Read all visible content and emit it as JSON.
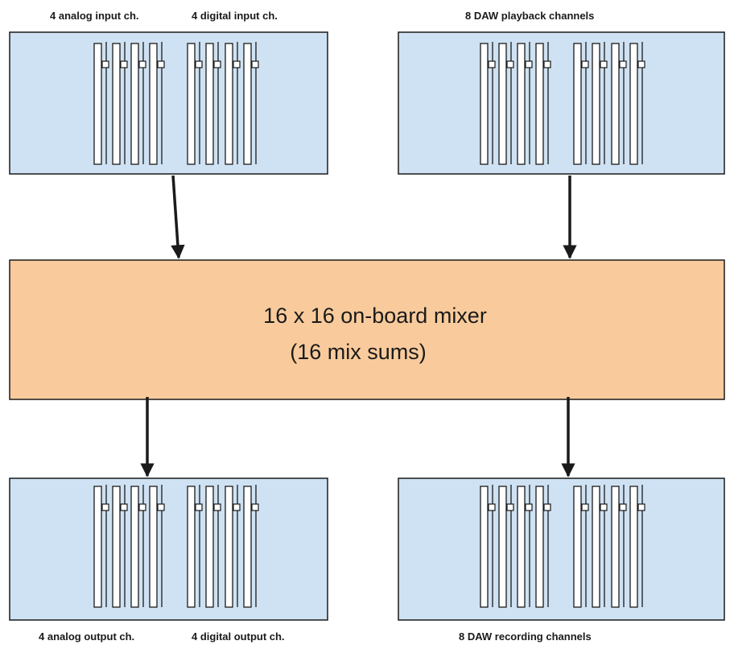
{
  "labels": {
    "analog_input": "4 analog input ch.",
    "digital_input": "4 digital input ch.",
    "daw_playback": "8 DAW playback channels",
    "analog_output": "4 analog output ch.",
    "digital_output": "4 digital output ch.",
    "daw_recording": "8 DAW recording channels"
  },
  "mixer": {
    "line1": "16 x 16 on-board mixer",
    "line2": "(16 mix sums)"
  },
  "colors": {
    "channel_box": "#cfe2f3",
    "mixer_box": "#f9cb9c",
    "stroke": "#1a1a1a"
  }
}
